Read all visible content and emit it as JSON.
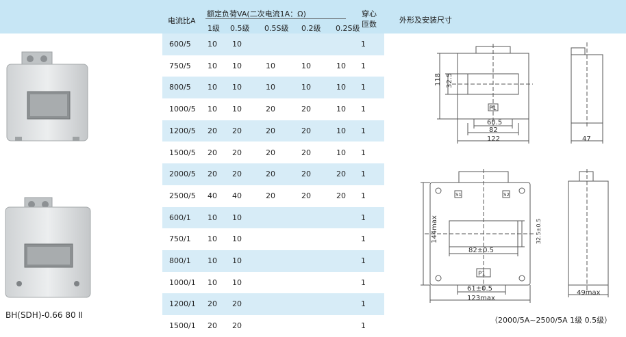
{
  "header": {
    "ratio_label": "电流比A",
    "burden_label": "额定负荷VA(二次电流1A：Ω)",
    "turns_label_1": "穿心",
    "turns_label_2": "匝数",
    "dims_label": "外形及安装尺寸",
    "classes": [
      "1级",
      "0.5级",
      "0.5S级",
      "0.2级",
      "0.2S级"
    ]
  },
  "rows": [
    {
      "ratio": "600/5",
      "c1": "10",
      "c05": "10",
      "c05s": "",
      "c02": "",
      "c02s": "",
      "turns": "1"
    },
    {
      "ratio": "750/5",
      "c1": "10",
      "c05": "10",
      "c05s": "10",
      "c02": "10",
      "c02s": "10",
      "turns": "1"
    },
    {
      "ratio": "800/5",
      "c1": "10",
      "c05": "10",
      "c05s": "10",
      "c02": "10",
      "c02s": "10",
      "turns": "1"
    },
    {
      "ratio": "1000/5",
      "c1": "10",
      "c05": "10",
      "c05s": "20",
      "c02": "20",
      "c02s": "10",
      "turns": "1"
    },
    {
      "ratio": "1200/5",
      "c1": "20",
      "c05": "20",
      "c05s": "20",
      "c02": "20",
      "c02s": "10",
      "turns": "1"
    },
    {
      "ratio": "1500/5",
      "c1": "20",
      "c05": "20",
      "c05s": "20",
      "c02": "20",
      "c02s": "10",
      "turns": "1"
    },
    {
      "ratio": "2000/5",
      "c1": "20",
      "c05": "20",
      "c05s": "20",
      "c02": "20",
      "c02s": "20",
      "turns": "1"
    },
    {
      "ratio": "2500/5",
      "c1": "40",
      "c05": "40",
      "c05s": "20",
      "c02": "20",
      "c02s": "20",
      "turns": "1"
    },
    {
      "ratio": "600/1",
      "c1": "10",
      "c05": "10",
      "c05s": "",
      "c02": "",
      "c02s": "",
      "turns": "1"
    },
    {
      "ratio": "750/1",
      "c1": "10",
      "c05": "10",
      "c05s": "",
      "c02": "",
      "c02s": "",
      "turns": "1"
    },
    {
      "ratio": "800/1",
      "c1": "10",
      "c05": "10",
      "c05s": "",
      "c02": "",
      "c02s": "",
      "turns": "1"
    },
    {
      "ratio": "1000/1",
      "c1": "10",
      "c05": "10",
      "c05s": "",
      "c02": "",
      "c02s": "",
      "turns": "1"
    },
    {
      "ratio": "1200/1",
      "c1": "20",
      "c05": "20",
      "c05s": "",
      "c02": "",
      "c02s": "",
      "turns": "1"
    },
    {
      "ratio": "1500/1",
      "c1": "20",
      "c05": "20",
      "c05s": "",
      "c02": "",
      "c02s": "",
      "turns": "1"
    }
  ],
  "product_caption": "BH(SDH)-0.66 80 Ⅱ",
  "drawing1": {
    "dim_118": "118",
    "dim_32_5": "32.5",
    "dim_60_5": "60.5",
    "dim_82": "82",
    "dim_122": "122",
    "dim_47": "47",
    "mark_p1": "P1"
  },
  "drawing2": {
    "dim_144max": "144max",
    "dim_32_5b": "32.5±0.5",
    "dim_82b": "82±0.5",
    "dim_61": "61±0.5",
    "dim_123max": "123max",
    "dim_49max": "49max",
    "mark_p1": "P1",
    "mark_s1": "S1",
    "mark_s2": "S2"
  },
  "drawing_note": "（2000/5A~2500/5A 1级 0.5级）"
}
